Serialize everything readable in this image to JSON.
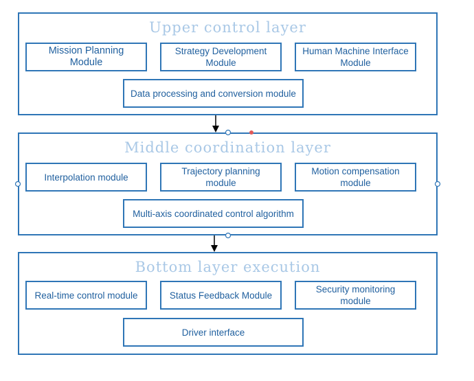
{
  "layers": [
    {
      "title": "Upper control layer",
      "modules": [
        "Mission Planning Module",
        "Strategy Development Module",
        "Human Machine Interface Module",
        "Data processing and conversion module"
      ]
    },
    {
      "title": "Middle coordination layer",
      "modules": [
        "Interpolation module",
        "Trajectory planning module",
        "Motion compensation module",
        "Multi-axis coordinated control algorithm"
      ]
    },
    {
      "title": "Bottom layer execution",
      "modules": [
        "Real-time control module",
        "Status Feedback Module",
        "Security monitoring module",
        "Driver interface"
      ]
    }
  ],
  "colors": {
    "border": "#2e75b6",
    "title": "#a9c8e6",
    "text": "#1f5f9e",
    "arrow": "#000000",
    "handle_red": "#e05a5a"
  }
}
